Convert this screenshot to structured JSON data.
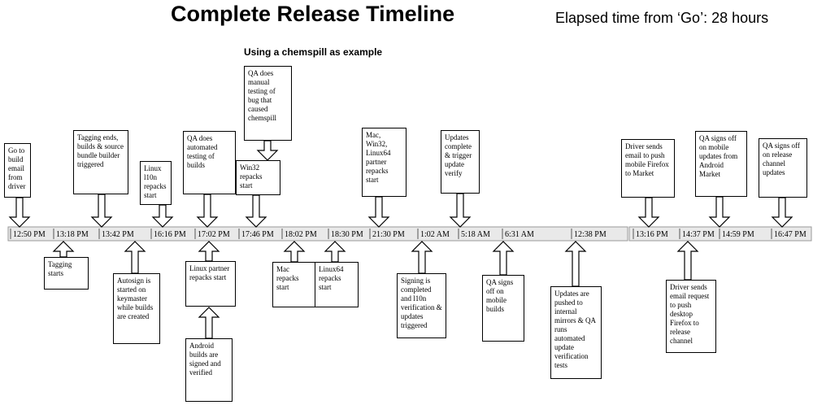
{
  "title": "Complete Release Timeline",
  "elapsed": "Elapsed time from ‘Go’: 28 hours",
  "subtitle": "Using a chemspill as example",
  "timeline": {
    "ticks": [
      "12:50 PM",
      "13:18 PM",
      "13:42 PM",
      "16:16 PM",
      "17:02 PM",
      "17:46 PM",
      "18:02 PM",
      "18:30 PM",
      "21:30 PM",
      "1:02 AM",
      "5:18 AM",
      "6:31 AM",
      "12:38 PM",
      "13:16 PM",
      "14:37 PM",
      "14:59 PM",
      "16:47 PM"
    ],
    "events_above": [
      {
        "id": "go",
        "text": "Go to build email from driver"
      },
      {
        "id": "tagging-ends",
        "text": "Tagging ends, builds  & source bundle builder triggered"
      },
      {
        "id": "linux-l10n",
        "text": "Linux l10n repacks start"
      },
      {
        "id": "qa-automated",
        "text": "QA does automated testing of builds"
      },
      {
        "id": "qa-manual",
        "text": "QA does manual testing of bug that caused chemspill"
      },
      {
        "id": "win32-repacks",
        "text": "Win32 repacks start"
      },
      {
        "id": "mac-win-partner",
        "text": "Mac, Win32, Linux64 partner repacks start"
      },
      {
        "id": "updates-complete",
        "text": "Updates complete & trigger update verify"
      },
      {
        "id": "driver-mobile",
        "text": "Driver sends email to push mobile Firefox to Market"
      },
      {
        "id": "qa-android",
        "text": "QA signs off on mobile updates from Android Market"
      },
      {
        "id": "qa-release",
        "text": "QA signs off on release channel updates"
      }
    ],
    "events_below": [
      {
        "id": "tagging-starts",
        "text": "Tagging starts"
      },
      {
        "id": "autosign",
        "text": "Autosign is started on keymaster while builds are created"
      },
      {
        "id": "linux-partner",
        "text": "Linux partner repacks start"
      },
      {
        "id": "android-signed",
        "text": "Android builds are signed and verified"
      },
      {
        "id": "mac-repacks",
        "text": "Mac repacks start"
      },
      {
        "id": "linux64-repacks",
        "text": "Linux64 repacks start"
      },
      {
        "id": "signing-completed",
        "text": "Signing is completed and l10n verification & updates triggered"
      },
      {
        "id": "qa-mobile",
        "text": "QA signs off on mobile builds"
      },
      {
        "id": "updates-pushed",
        "text": "Updates are pushed to internal mirrors & QA runs automated update verification tests"
      },
      {
        "id": "driver-desktop",
        "text": "Driver sends email request to push desktop Firefox to release channel"
      }
    ]
  }
}
